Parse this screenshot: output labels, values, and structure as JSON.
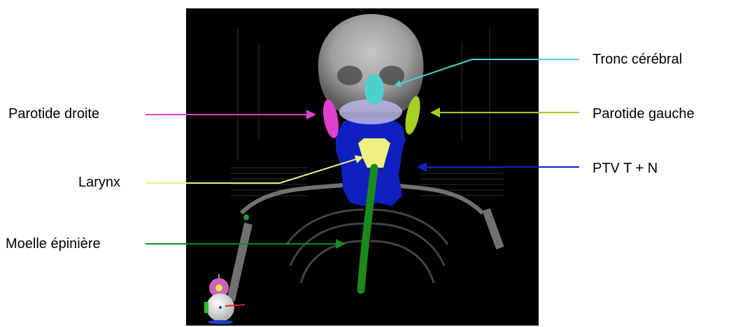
{
  "labels": {
    "tronc": "Tronc cérébral",
    "parotide_droite": "Parotide droite",
    "parotide_gauche": "Parotide gauche",
    "larynx": "Larynx",
    "ptv": "PTV T + N",
    "moelle": "Moelle épinière"
  },
  "colors": {
    "tronc": "#4fd0d0",
    "parotide_droite": "#e040d0",
    "parotide_gauche": "#a8d020",
    "larynx": "#f0f080",
    "ptv": "#1020c0",
    "moelle": "#1a8a1a",
    "background": "#000000"
  }
}
